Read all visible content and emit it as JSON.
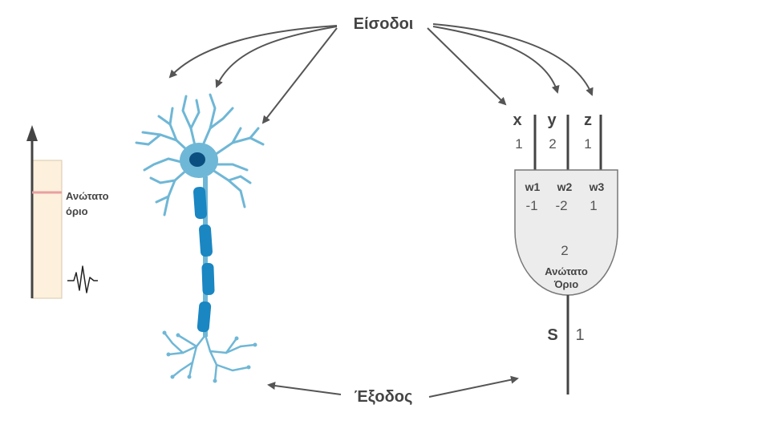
{
  "labels": {
    "inputs": "Είσοδοι",
    "output": "Έξοδος",
    "meter_threshold_line1": "Ανώτατο",
    "meter_threshold_line2": "όριο"
  },
  "perceptron": {
    "inputs": [
      {
        "name": "x",
        "value": "1"
      },
      {
        "name": "y",
        "value": "2"
      },
      {
        "name": "z",
        "value": "1"
      }
    ],
    "weights": [
      {
        "name": "w1",
        "value": "-1"
      },
      {
        "name": "w2",
        "value": "-2"
      },
      {
        "name": "w3",
        "value": "1"
      }
    ],
    "threshold_value": "2",
    "threshold_label_line1": "Ανώτατο",
    "threshold_label_line2": "Όριο",
    "output_name": "S",
    "output_value": "1"
  },
  "colors": {
    "arrow": "#555555",
    "neuron": "#6fb7d6",
    "neuron_dark": "#1a86c2",
    "nucleus": "#0b4f80",
    "meter_fill": "#fdf0dc",
    "threshold_line": "#e8a0a0",
    "gate_fill": "#ececec"
  }
}
